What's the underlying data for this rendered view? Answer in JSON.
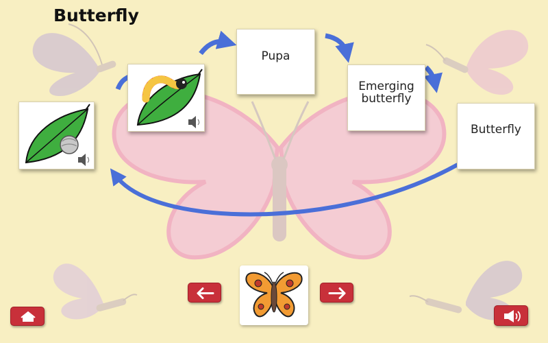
{
  "page": {
    "title": "Butterfly"
  },
  "stages": {
    "egg": {
      "icon": "leaf-with-egg-icon"
    },
    "caterpillar": {
      "icon": "leaf-with-caterpillar-icon"
    },
    "pupa": {
      "label": "Pupa"
    },
    "emerging": {
      "label": "Emerging butterfly"
    },
    "adult": {
      "label": "Butterfly"
    }
  },
  "icons": {
    "speaker": "speaker-icon",
    "prev": "arrow-left-icon",
    "next": "arrow-right-icon",
    "home": "home-icon",
    "sound": "speaker-icon",
    "thumbnail": "butterfly-icon"
  },
  "colors": {
    "background": "#f8efc2",
    "cycle_arrow": "#4a6fd8",
    "button": "#c8303a",
    "leaf": "#3fae3f"
  }
}
